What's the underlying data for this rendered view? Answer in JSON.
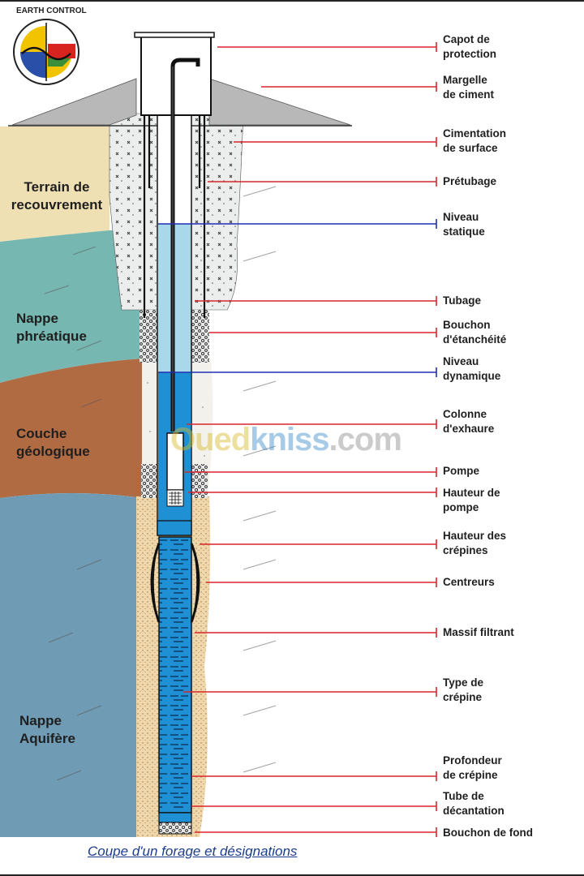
{
  "logo": {
    "text": "EARTH CONTROL",
    "colors": [
      "#f2c400",
      "#2a4fa8",
      "#d8241f",
      "#3a8f3a"
    ]
  },
  "layers": [
    {
      "id": "recouvrement",
      "text": "Terrain de\nrecouvrement",
      "color": "#efe0b4"
    },
    {
      "id": "phreatique",
      "text": "Nappe\nphréatique",
      "color": "#77b7b1"
    },
    {
      "id": "geologique",
      "text": "Couche\ngéologique",
      "color": "#b06b43"
    },
    {
      "id": "aquifere",
      "text": "Nappe\nAquifère",
      "color": "#6f9bb4"
    }
  ],
  "callouts": [
    {
      "text": "Capot de\nprotection",
      "color": "#d9252b"
    },
    {
      "text": "Margelle\nde ciment",
      "color": "#d9252b"
    },
    {
      "text": "Cimentation\nde surface",
      "color": "#d9252b"
    },
    {
      "text": "Prétubage",
      "color": "#d9252b"
    },
    {
      "text": "Niveau\nstatique",
      "color": "#1f2fb5"
    },
    {
      "text": "Tubage",
      "color": "#d9252b"
    },
    {
      "text": "Bouchon\nd'étanchéité",
      "color": "#d9252b"
    },
    {
      "text": "Niveau\ndynamique",
      "color": "#1f2fb5"
    },
    {
      "text": "Colonne\nd'exhaure",
      "color": "#d9252b"
    },
    {
      "text": "Pompe",
      "color": "#d9252b"
    },
    {
      "text": "Hauteur de\npompe",
      "color": "#d9252b"
    },
    {
      "text": "Hauteur des\ncrépines",
      "color": "#d9252b"
    },
    {
      "text": "Centreurs",
      "color": "#d9252b"
    },
    {
      "text": "Massif filtrant",
      "color": "#d9252b"
    },
    {
      "text": "Type de\ncrépine",
      "color": "#d9252b"
    },
    {
      "text": "Profondeur\nde crépine",
      "color": "#d9252b"
    },
    {
      "text": "Tube de\ndécantation",
      "color": "#d9252b"
    },
    {
      "text": "Bouchon de fond",
      "color": "#d9252b"
    }
  ],
  "caption": "Coupe d'un forage et désignations",
  "watermark": {
    "part1": "Oued",
    "part2": "kniss",
    "part3": ".com"
  },
  "colors": {
    "water_light": "#a9d8ea",
    "water_dark": "#1f90d4",
    "cement": "#e9ecea",
    "gravel": "#f0d6a8"
  }
}
